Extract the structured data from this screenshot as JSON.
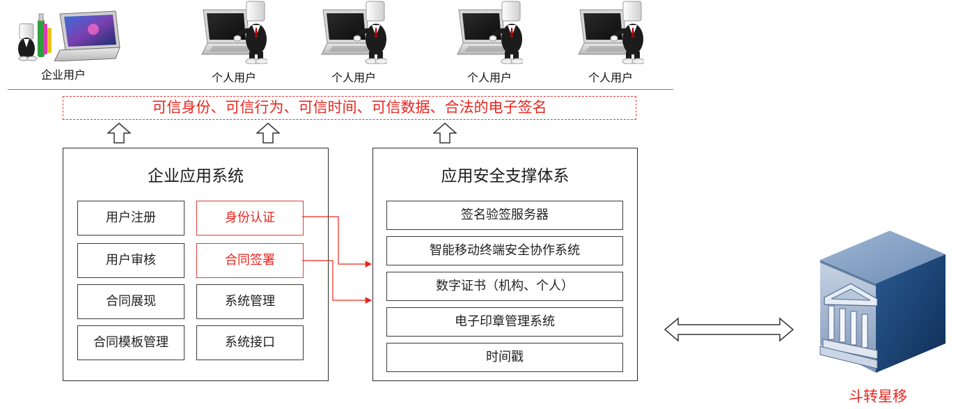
{
  "users": [
    {
      "label": "企业用户",
      "icon": "enterprise-user-icon"
    },
    {
      "label": "个人用户",
      "icon": "personal-user-icon"
    },
    {
      "label": "个人用户",
      "icon": "personal-user-icon"
    },
    {
      "label": "个人用户",
      "icon": "personal-user-icon"
    },
    {
      "label": "个人用户",
      "icon": "personal-user-icon"
    }
  ],
  "trust_banner": "可信身份、可信行为、可信时间、可信数据、合法的电子签名",
  "enterprise_system": {
    "title": "企业应用系统",
    "modules": [
      {
        "label": "用户注册",
        "highlight": false
      },
      {
        "label": "身份认证",
        "highlight": true
      },
      {
        "label": "用户审核",
        "highlight": false
      },
      {
        "label": "合同签署",
        "highlight": true
      },
      {
        "label": "合同展现",
        "highlight": false
      },
      {
        "label": "系统管理",
        "highlight": false
      },
      {
        "label": "合同模板管理",
        "highlight": false
      },
      {
        "label": "系统接口",
        "highlight": false
      }
    ]
  },
  "security_system": {
    "title": "应用安全支撑体系",
    "services": [
      {
        "label": "签名验签服务器"
      },
      {
        "label": "智能移动终端安全协作系统"
      },
      {
        "label": "数字证书（机构、个人）"
      },
      {
        "label": "电子印章管理系统"
      },
      {
        "label": "时间戳"
      }
    ]
  },
  "ca": {
    "label": "斗转星移",
    "icon": "ca-server-building-icon"
  },
  "colors": {
    "highlight_red": "#e8261f",
    "border_dark": "#2a2a2a",
    "server_blue": "#1e4a78"
  }
}
